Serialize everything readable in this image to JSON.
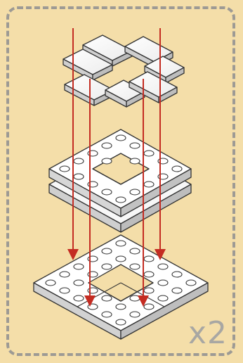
{
  "step": {
    "multiplier": "x2",
    "accent_color": "#c42c22",
    "background_color": "#f4dea9",
    "border_color": "#9d9a94",
    "icons": [
      "tile-frame-top",
      "plate-frame-middle",
      "plate-frame-bottom",
      "assembly-arrows"
    ]
  }
}
